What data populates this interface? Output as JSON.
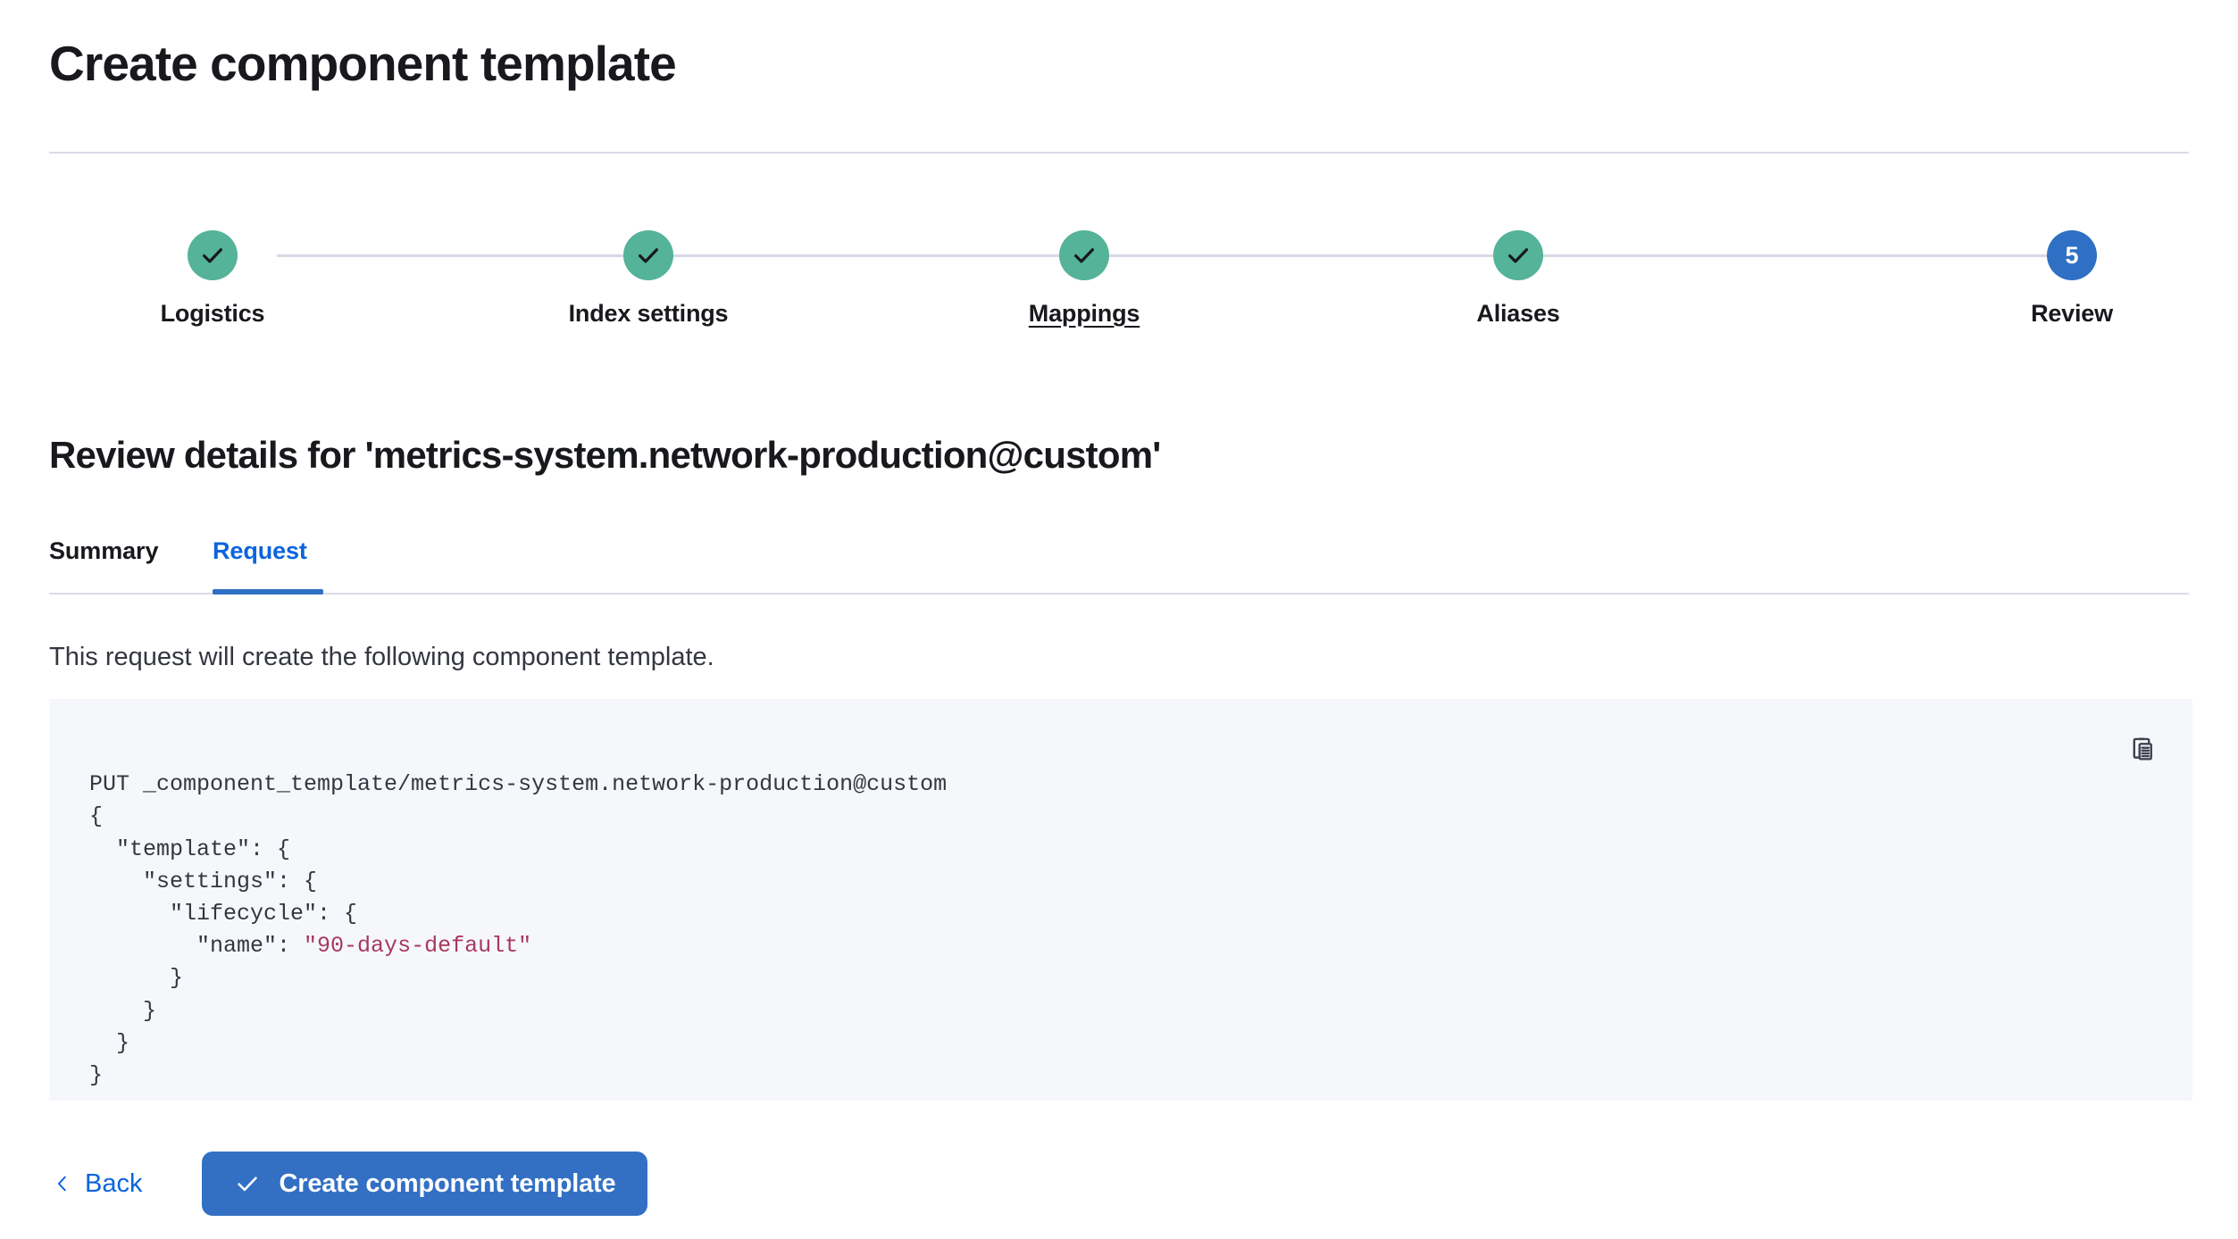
{
  "header": {
    "title": "Create component template"
  },
  "stepper": {
    "steps": [
      {
        "label": "Logistics",
        "state": "done",
        "marker": "check",
        "hovered": false
      },
      {
        "label": "Index settings",
        "state": "done",
        "marker": "check",
        "hovered": false
      },
      {
        "label": "Mappings",
        "state": "done",
        "marker": "check",
        "hovered": true
      },
      {
        "label": "Aliases",
        "state": "done",
        "marker": "check",
        "hovered": false
      },
      {
        "label": "Review",
        "state": "current",
        "marker": "5",
        "hovered": false
      }
    ],
    "colors": {
      "complete": "#54b399",
      "current": "#2f70c4",
      "connector": "#d7dae5"
    }
  },
  "review": {
    "heading": "Review details for 'metrics-system.network-production@custom'",
    "tabs": [
      {
        "label": "Summary",
        "active": false
      },
      {
        "label": "Request",
        "active": true
      }
    ],
    "description": "This request will create the following component template.",
    "copy_icon": "copy-clipboard-icon",
    "request": {
      "method_line": "PUT _component_template/metrics-system.network-production@custom",
      "body_lines": [
        "{",
        "  \"template\": {",
        "    \"settings\": {",
        "      \"lifecycle\": {",
        "        \"name\": ",
        "      }",
        "    }",
        "  }",
        "}"
      ],
      "string_value": "\"90-days-default\"",
      "string_color": "#a8385c"
    }
  },
  "footer": {
    "back_label": "Back",
    "back_icon": "chevron-left-icon",
    "submit_label": "Create component template",
    "submit_icon": "check-icon",
    "submit_color": "#3370c4"
  }
}
